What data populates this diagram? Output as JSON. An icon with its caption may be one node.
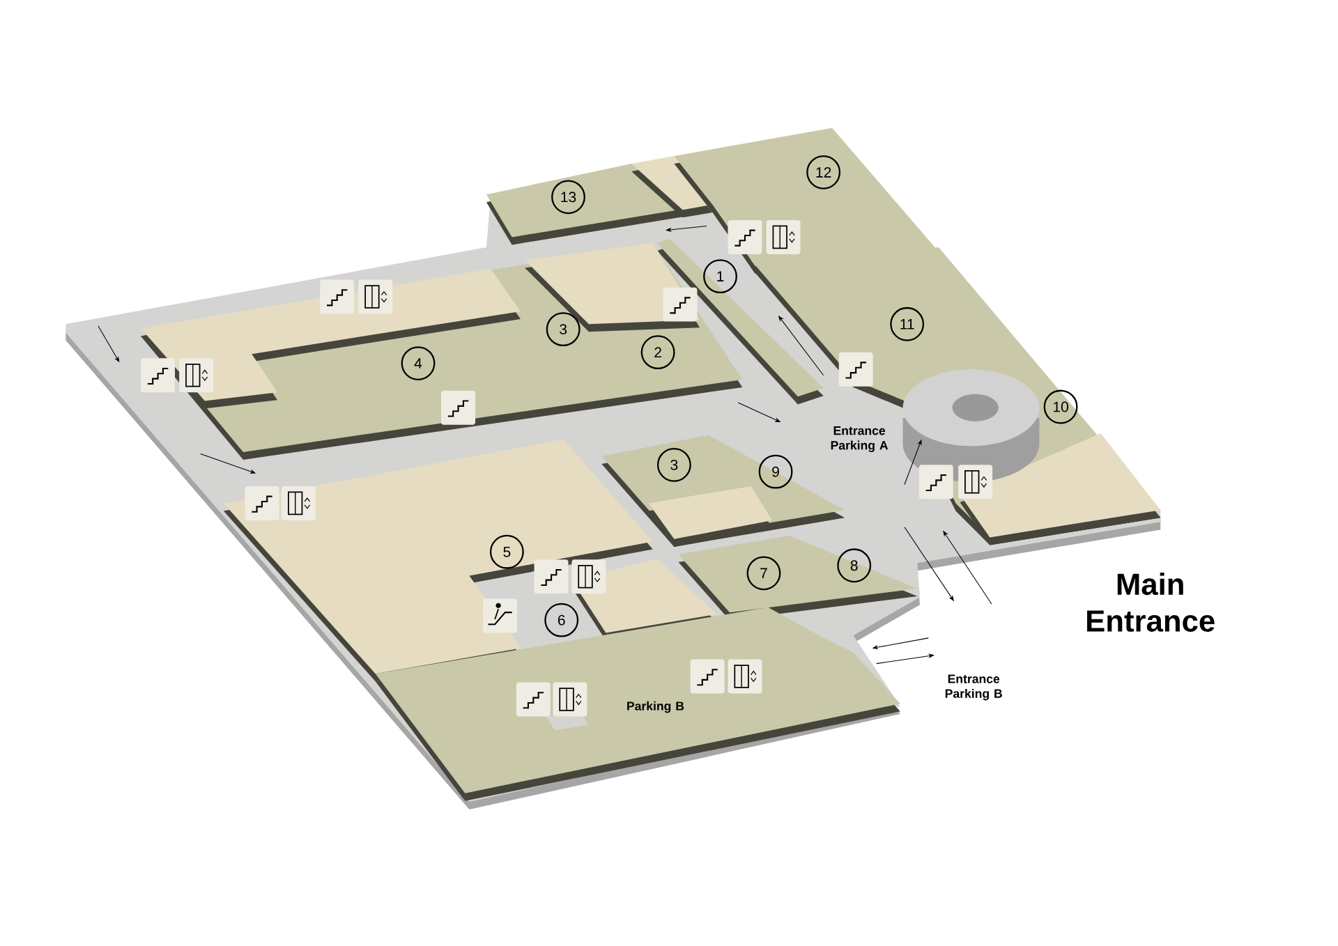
{
  "diagram": {
    "nodes": [
      {
        "text": [
          "13"
        ]
      },
      {
        "text": [
          "12"
        ]
      },
      {
        "text": [
          "1"
        ]
      },
      {
        "text": [
          "3"
        ]
      },
      {
        "text": [
          "2"
        ]
      },
      {
        "text": [
          "4"
        ]
      },
      {
        "text": [
          "11"
        ]
      },
      {
        "text": [
          "10"
        ]
      },
      {
        "text": [
          "3"
        ]
      },
      {
        "text": [
          "9"
        ]
      },
      {
        "text": [
          "5"
        ]
      },
      {
        "text": [
          "7"
        ]
      },
      {
        "text": [
          "8"
        ]
      },
      {
        "text": [
          "6"
        ]
      }
    ],
    "labels": [
      "Entrance Parking A",
      "Main Entrance",
      "Entrance Parking B",
      "Parking B"
    ]
  }
}
